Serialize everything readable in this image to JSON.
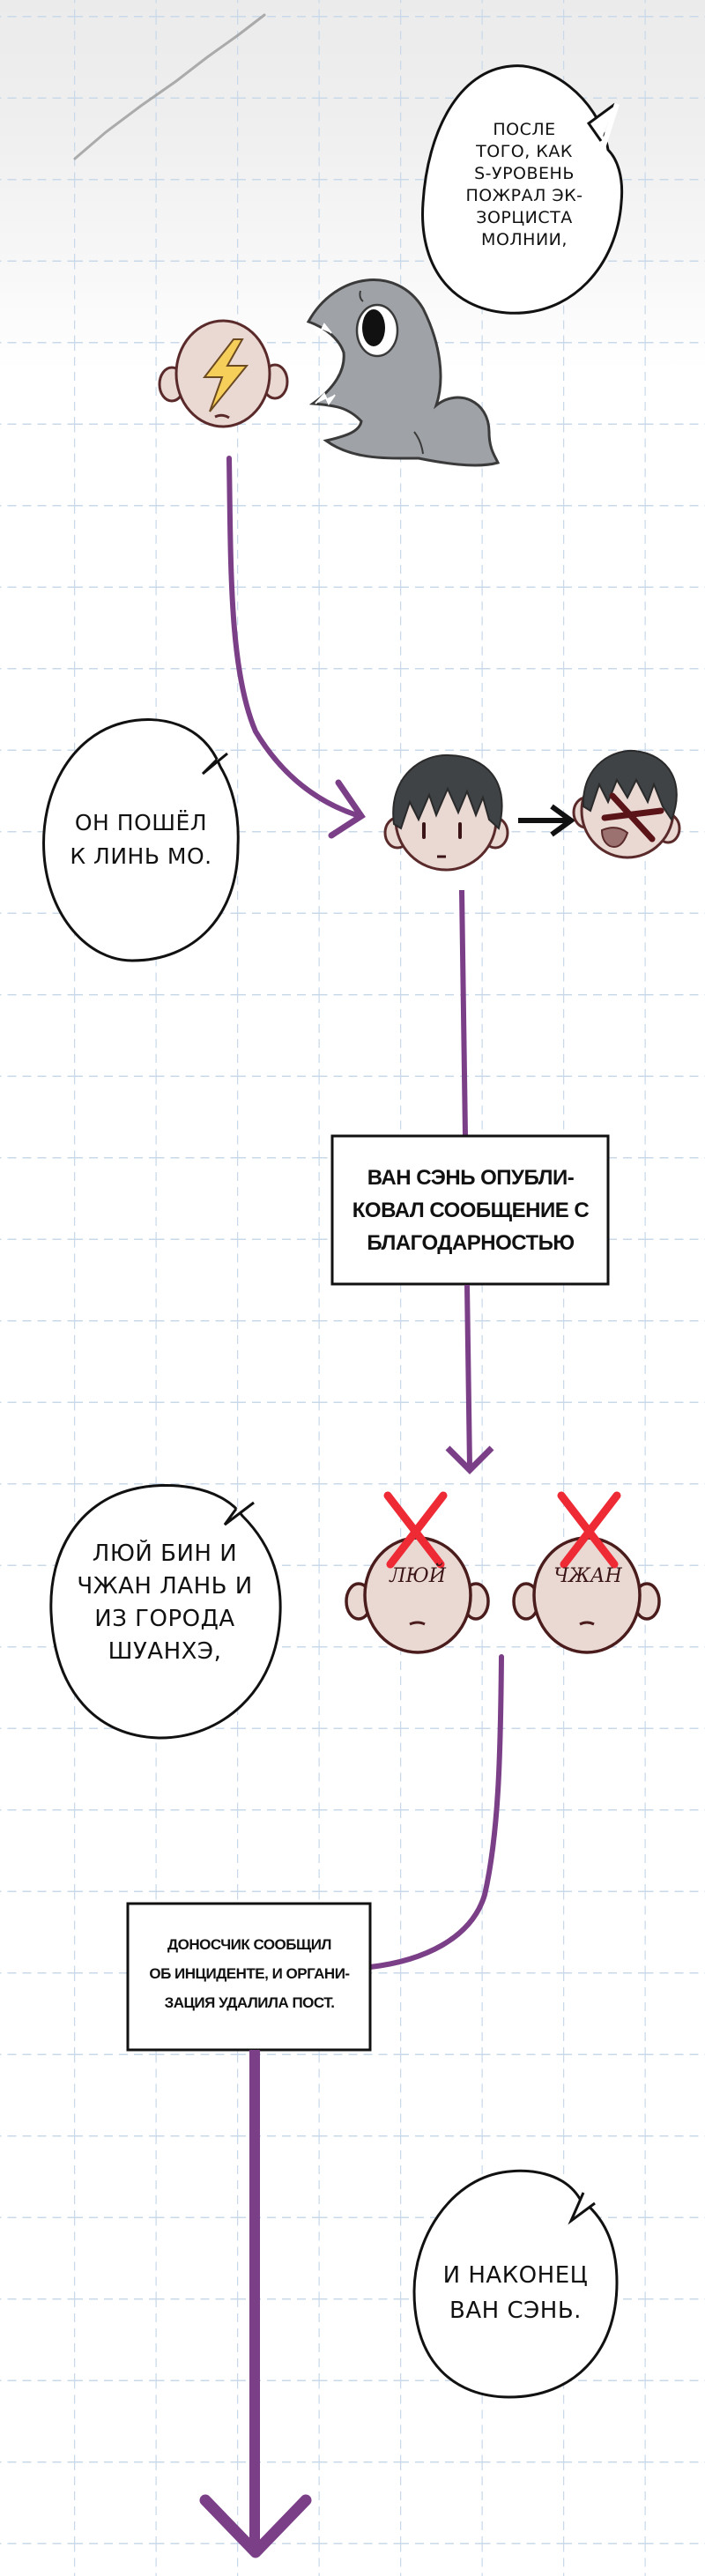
{
  "colors": {
    "grid": "#c9d9ea",
    "purple": "#7b3f88",
    "ink": "#111111",
    "skin": "#ead8d3",
    "skin_outline": "#5a2a2a",
    "hair": "#3f4346",
    "monster": "#9fa2a6",
    "lightning": "#f6cf5a",
    "red_x": "#ee2a35",
    "paper": "#ececec"
  },
  "bubbles": [
    {
      "id": "bubble-1",
      "lines": [
        "ПОСЛЕ",
        "ТОГО, КАК",
        "S-УРОВЕНЬ",
        "ПОЖРАЛ ЭК-",
        "ЗОРЦИСТА",
        "МОЛНИИ,"
      ]
    },
    {
      "id": "bubble-2",
      "lines": [
        "ОН ПОШЁЛ",
        "К ЛИНЬ МО."
      ]
    },
    {
      "id": "bubble-3",
      "lines": [
        "ЛЮЙ БИН И",
        "ЧЖАН ЛАНЬ И",
        "ИЗ ГОРОДА",
        "ШУАНХЭ,"
      ]
    },
    {
      "id": "bubble-4",
      "lines": [
        "И НАКОНЕЦ",
        "ВАН СЭНЬ."
      ]
    }
  ],
  "boxes": [
    {
      "id": "box-1",
      "lines": [
        "ВАН СЭНЬ ОПУБЛИ-",
        "КОВАЛ СООБЩЕНИЕ С",
        "БЛАГОДАРНОСТЬЮ"
      ]
    },
    {
      "id": "box-2",
      "lines": [
        "ДОНОСЧИК СООБЩИЛ",
        "ОБ ИНЦИДЕНТЕ, И ОРГАНИ-",
        "ЗАЦИЯ УДАЛИЛА ПОСТ."
      ]
    }
  ],
  "faces": {
    "lightning_exorcist": {
      "icon": "lightning-bolt-icon"
    },
    "monster": {
      "icon": "monster-icon"
    },
    "lin_mo_alive": {
      "icon": "boy-face-icon"
    },
    "lin_mo_dead": {
      "icon": "boy-face-crossed-icon"
    },
    "face_labels": [
      "ЛЮЙ",
      "ЧЖАН"
    ]
  },
  "icons": {
    "arrow_right": "arrow-right-icon",
    "cross_mark": "red-x-icon",
    "arrow_down": "arrow-down-icon"
  }
}
